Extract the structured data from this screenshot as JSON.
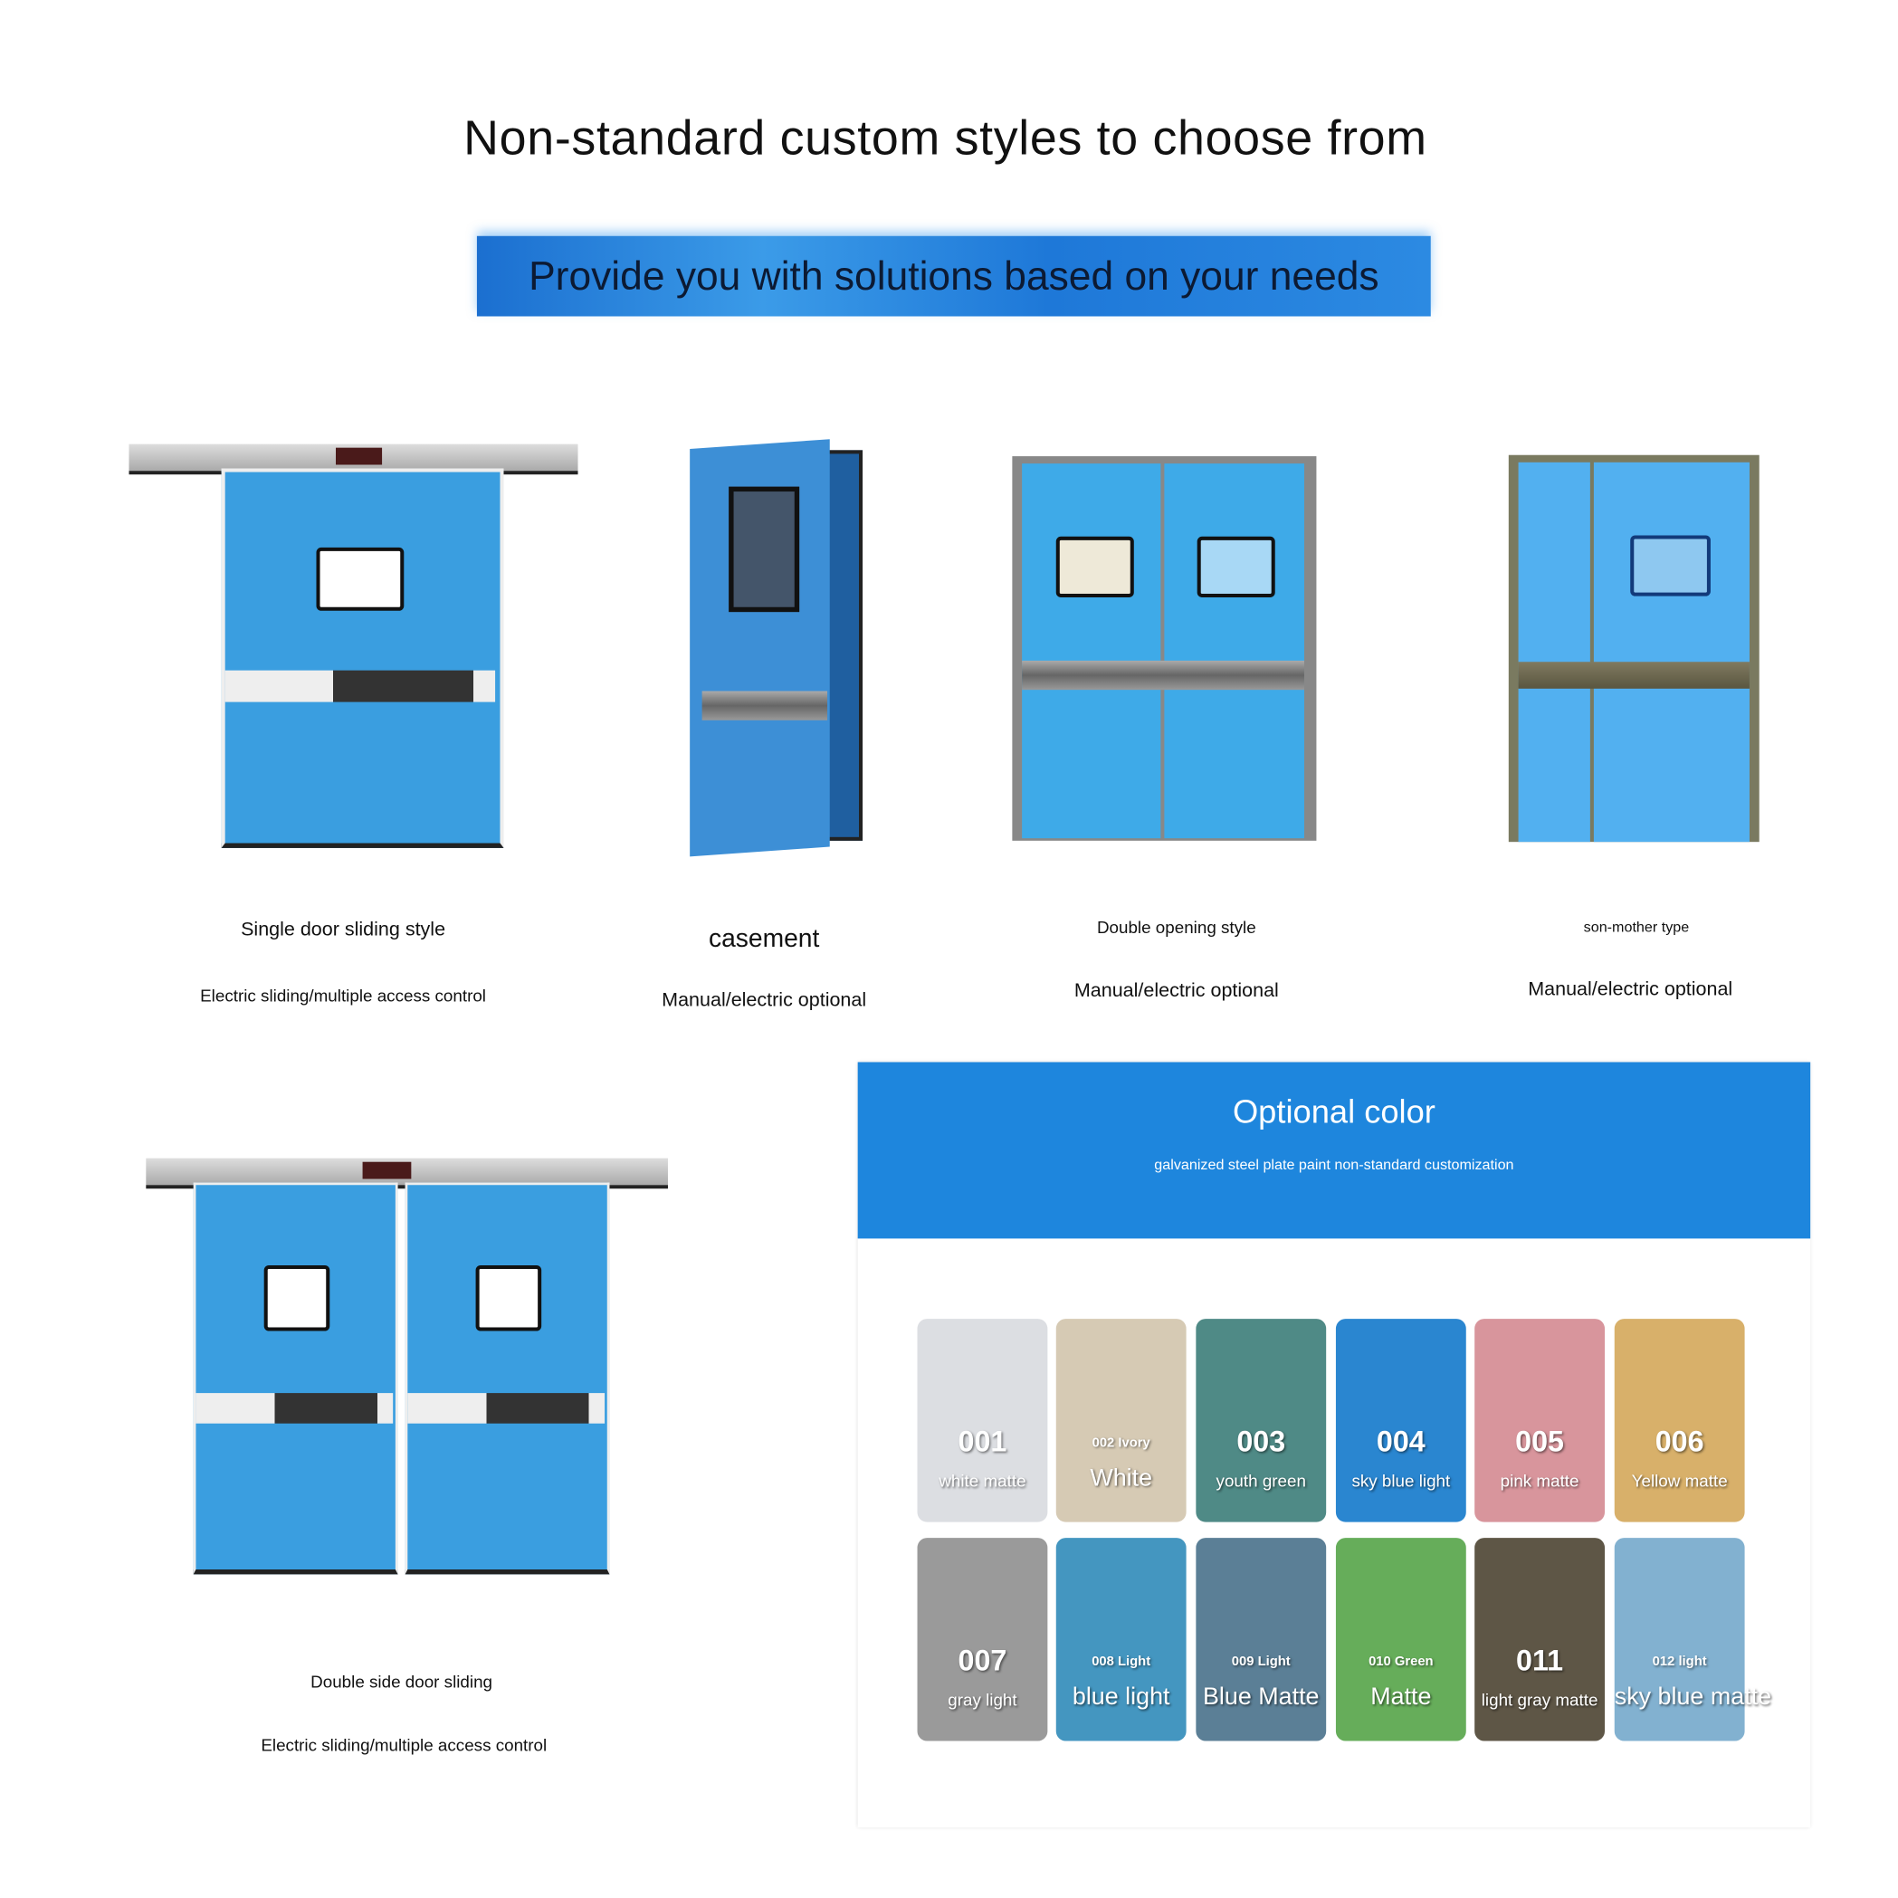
{
  "title": "Non-standard custom styles to choose from",
  "subtitle": "Provide you with solutions based on your needs",
  "products": [
    {
      "name": "Single door sliding style",
      "desc": "Electric sliding/multiple access control"
    },
    {
      "name": "casement",
      "desc": "Manual/electric optional"
    },
    {
      "name": "Double opening style",
      "desc": "Manual/electric optional"
    },
    {
      "name": "son-mother type",
      "desc": "Manual/electric optional"
    },
    {
      "name": "Double side door sliding",
      "desc": "Electric sliding/multiple access control"
    }
  ],
  "color_panel": {
    "title": "Optional color",
    "subtitle": "galvanized steel plate paint non-standard customization",
    "swatches": [
      {
        "code": "001",
        "label": "white matte",
        "color": "#dcdee2"
      },
      {
        "code": "002 Ivory",
        "label": "White",
        "color": "#d6cab4"
      },
      {
        "code": "003",
        "label": "youth green",
        "color": "#4f8a86"
      },
      {
        "code": "004",
        "label": "sky blue light",
        "color": "#2a86d0"
      },
      {
        "code": "005",
        "label": "pink matte",
        "color": "#d8959c"
      },
      {
        "code": "006",
        "label": "Yellow matte",
        "color": "#d8b06a"
      },
      {
        "code": "007",
        "label": "gray light",
        "color": "#9a9a9a"
      },
      {
        "code": "008 Light",
        "label": "blue light",
        "color": "#4496c0"
      },
      {
        "code": "009 Light",
        "label": "Blue Matte",
        "color": "#5b7f96"
      },
      {
        "code": "010 Green",
        "label": "Matte",
        "color": "#66ad5a"
      },
      {
        "code": "011",
        "label": "light gray matte",
        "color": "#5e5646"
      },
      {
        "code": "012 light",
        "label": "sky blue matte",
        "color": "#82b1d0"
      }
    ]
  }
}
